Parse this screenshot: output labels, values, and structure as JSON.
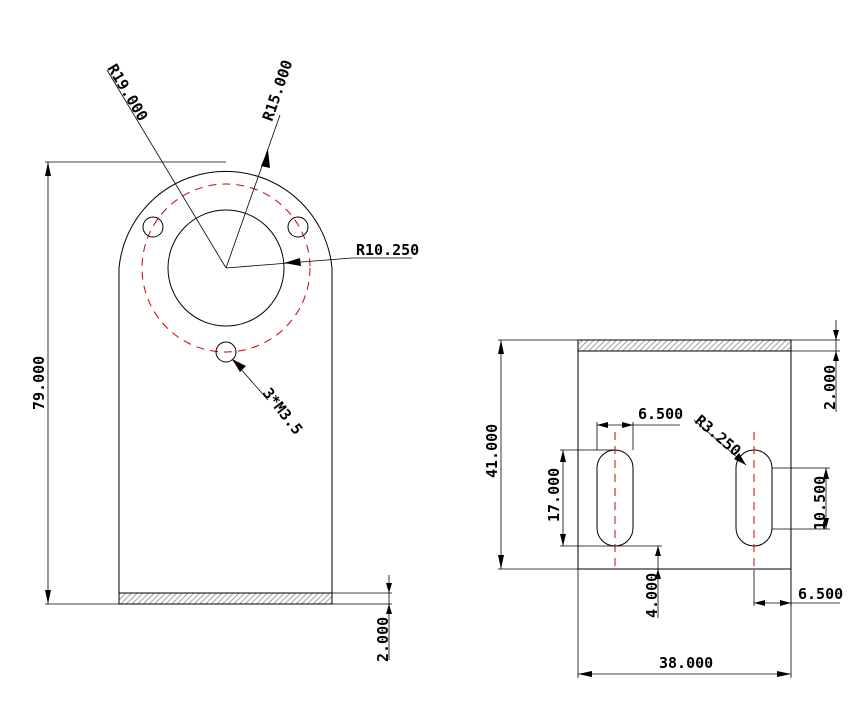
{
  "colors": {
    "outline": "#000000",
    "centerline": "#d00000",
    "hatch": "#999999",
    "background": "#ffffff"
  },
  "left_view": {
    "dims": {
      "outer_radius": "R19.000",
      "bolt_circle_radius": "R15.000",
      "bore_radius": "R10.250",
      "holes": "3*M3.5",
      "height": "79.000",
      "thickness": "2.000"
    }
  },
  "right_view": {
    "dims": {
      "height": "41.000",
      "thickness": "2.000",
      "slot_width": "6.500",
      "slot_radius": "R3.250",
      "slot_length": "17.000",
      "slot_edge_offset": "10.500",
      "bottom_offset": "4.000",
      "right_offset": "6.500",
      "width": "38.000"
    }
  }
}
